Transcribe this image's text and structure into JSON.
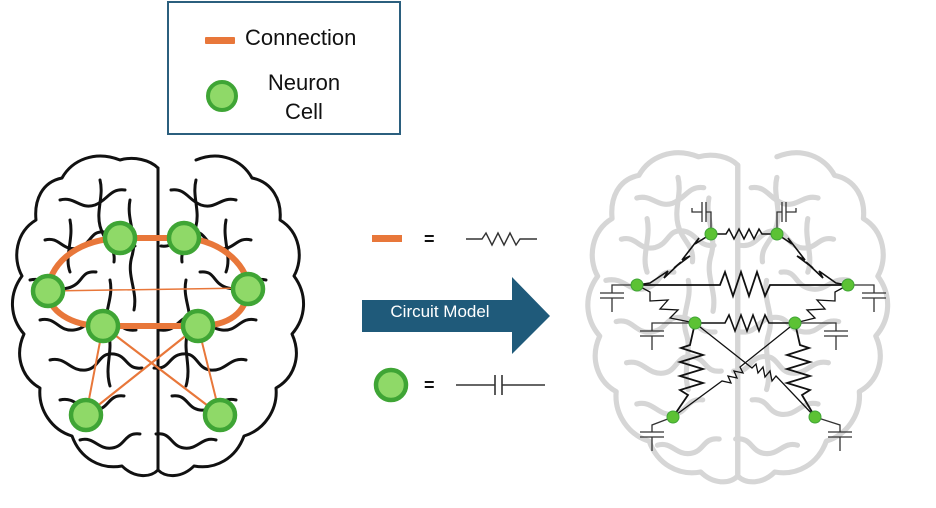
{
  "legend": {
    "connection_label": "Connection",
    "neuron_label_line1": "Neuron",
    "neuron_label_line2": "Cell"
  },
  "mapping": {
    "equals_1": "=",
    "equals_2": "=",
    "arrow_label": "Circuit Model"
  },
  "colors": {
    "connection": "#e8773a",
    "neuron_fill": "#8fd968",
    "neuron_border": "#3fa535",
    "arrow": "#1f5a7a",
    "legend_border": "#2b5f7e"
  }
}
